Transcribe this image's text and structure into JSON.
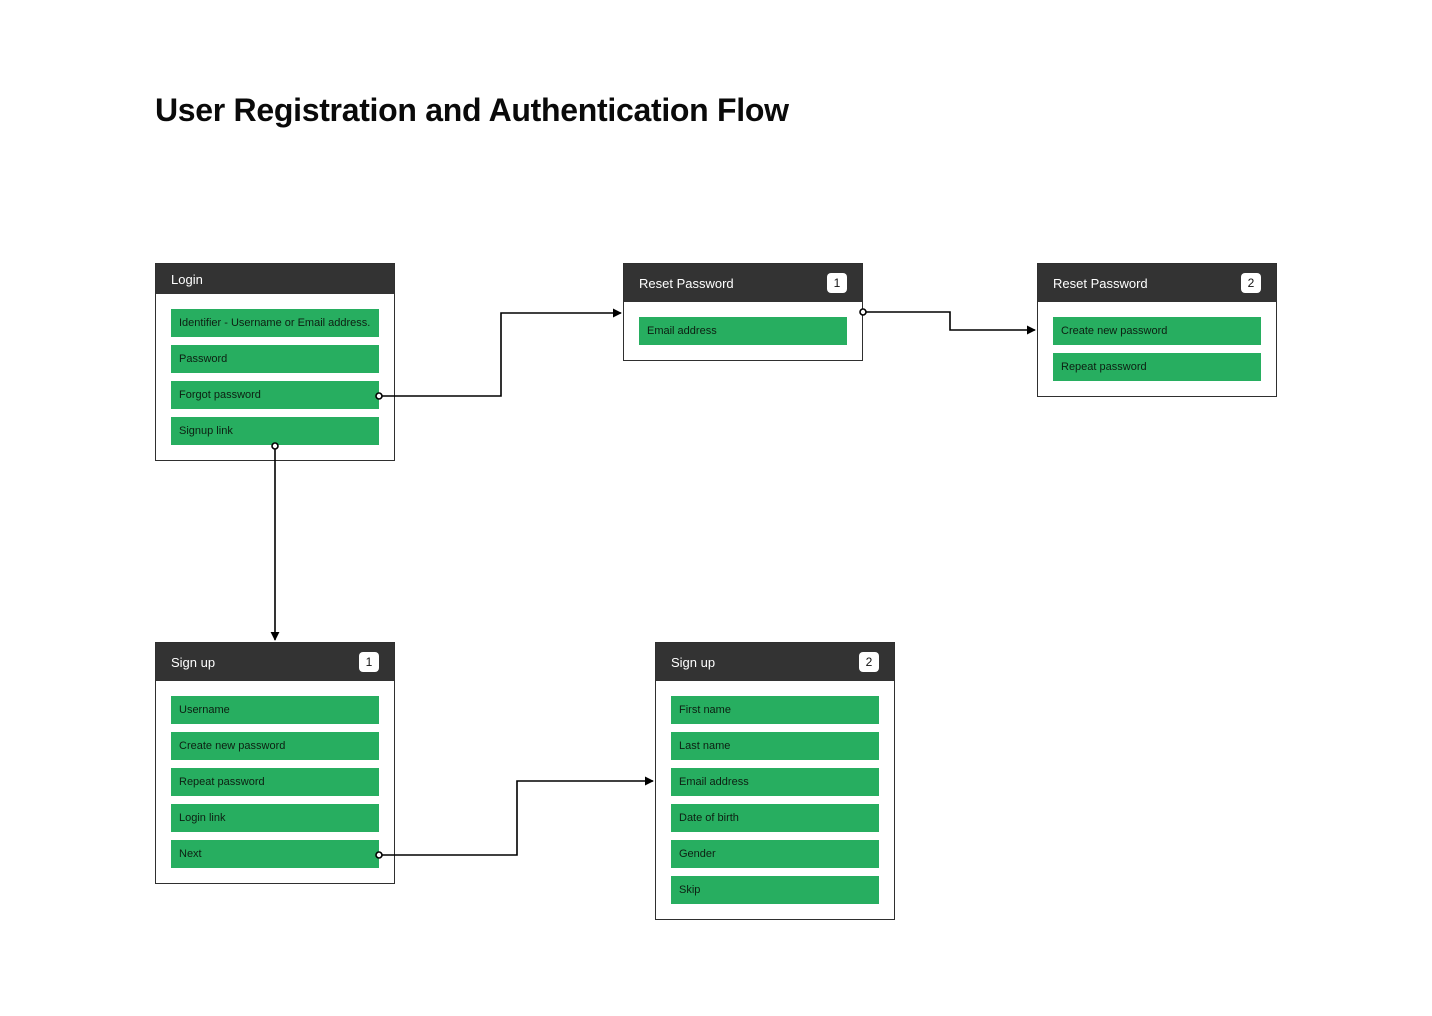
{
  "page": {
    "title": "User Registration and Authentication Flow"
  },
  "cards": {
    "login": {
      "title": "Login",
      "fields": [
        "Identifier - Username or Email address.",
        "Password",
        "Forgot password",
        "Signup link"
      ]
    },
    "reset1": {
      "title": "Reset Password",
      "badge": "1",
      "fields": [
        "Email address"
      ]
    },
    "reset2": {
      "title": "Reset Password",
      "badge": "2",
      "fields": [
        "Create new password",
        "Repeat password"
      ]
    },
    "signup1": {
      "title": "Sign up",
      "badge": "1",
      "fields": [
        "Username",
        "Create new password",
        "Repeat password",
        "Login link",
        "Next"
      ]
    },
    "signup2": {
      "title": "Sign up",
      "badge": "2",
      "fields": [
        "First name",
        "Last name",
        "Email address",
        "Date of birth",
        "Gender",
        "Skip"
      ]
    }
  },
  "flows": [
    {
      "from": "Forgot password",
      "to": "Reset Password 1"
    },
    {
      "from": "Reset Password 1",
      "to": "Reset Password 2"
    },
    {
      "from": "Signup link",
      "to": "Sign up 1"
    },
    {
      "from": "Next",
      "to": "Sign up 2"
    }
  ],
  "colors": {
    "header_bg": "#333333",
    "field_bg": "#27ae60",
    "connector": "#000000"
  }
}
